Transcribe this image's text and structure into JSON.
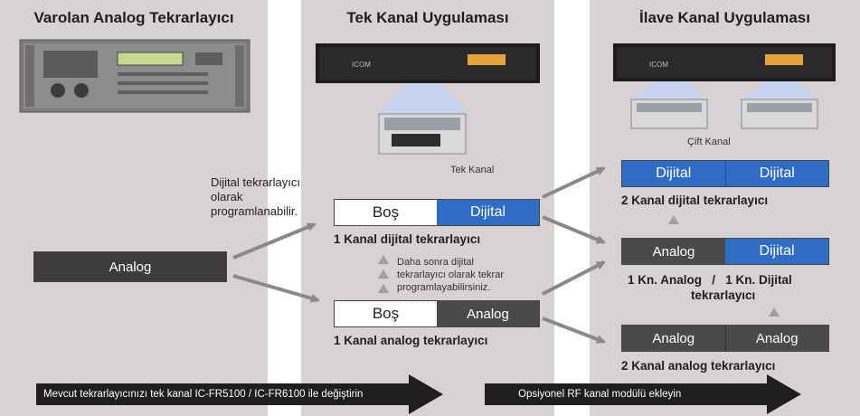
{
  "titles": {
    "left": "Varolan Analog Tekrarlayıcı",
    "middle": "Tek Kanal Uygulaması",
    "right": "İlave Kanal Uygulaması"
  },
  "left": {
    "analog_box": "Analog",
    "side_note": [
      "Dijital tekrarlayıcı",
      "olarak",
      "programlanabilir."
    ]
  },
  "middle": {
    "module_caption": "Tek Kanal",
    "digital_box": {
      "left": "Boş",
      "right": "Dijital"
    },
    "digital_caption": "1 Kanal dijital tekrarlayıcı",
    "reprogram_note": [
      "Daha sonra dijital",
      "tekrarlayıcı olarak tekrar",
      "programlayabilirsiniz."
    ],
    "analog_box": {
      "left": "Boş",
      "right": "Analog"
    },
    "analog_caption": "1 Kanal analog tekrarlayıcı"
  },
  "right": {
    "module_caption": "Çift Kanal",
    "dual_digital": {
      "left": "Dijital",
      "right": "Dijital"
    },
    "dual_digital_caption": "2 Kanal dijital tekrarlayıcı",
    "mixed": {
      "left": "Analog",
      "right": "Dijital"
    },
    "mixed_caption_line1": "1 Kn. Analog   /   1 Kn. Dijital",
    "mixed_caption_line2": "tekrarlayıcı",
    "dual_analog": {
      "left": "Analog",
      "right": "Analog"
    },
    "dual_analog_caption": "2 Kanal analog tekrarlayıcı"
  },
  "bottom": {
    "arrow1": "Mevcut tekrarlayıcınızı tek kanal IC-FR5100 / IC-FR6100 ile değiştirin",
    "arrow2": "Opsiyonel RF kanal modülü ekleyin"
  },
  "colors": {
    "panel": "#d8d2d2",
    "digital": "#2f6cc6",
    "analog": "#4a4a4a",
    "arrow": "#8a8a8a"
  }
}
